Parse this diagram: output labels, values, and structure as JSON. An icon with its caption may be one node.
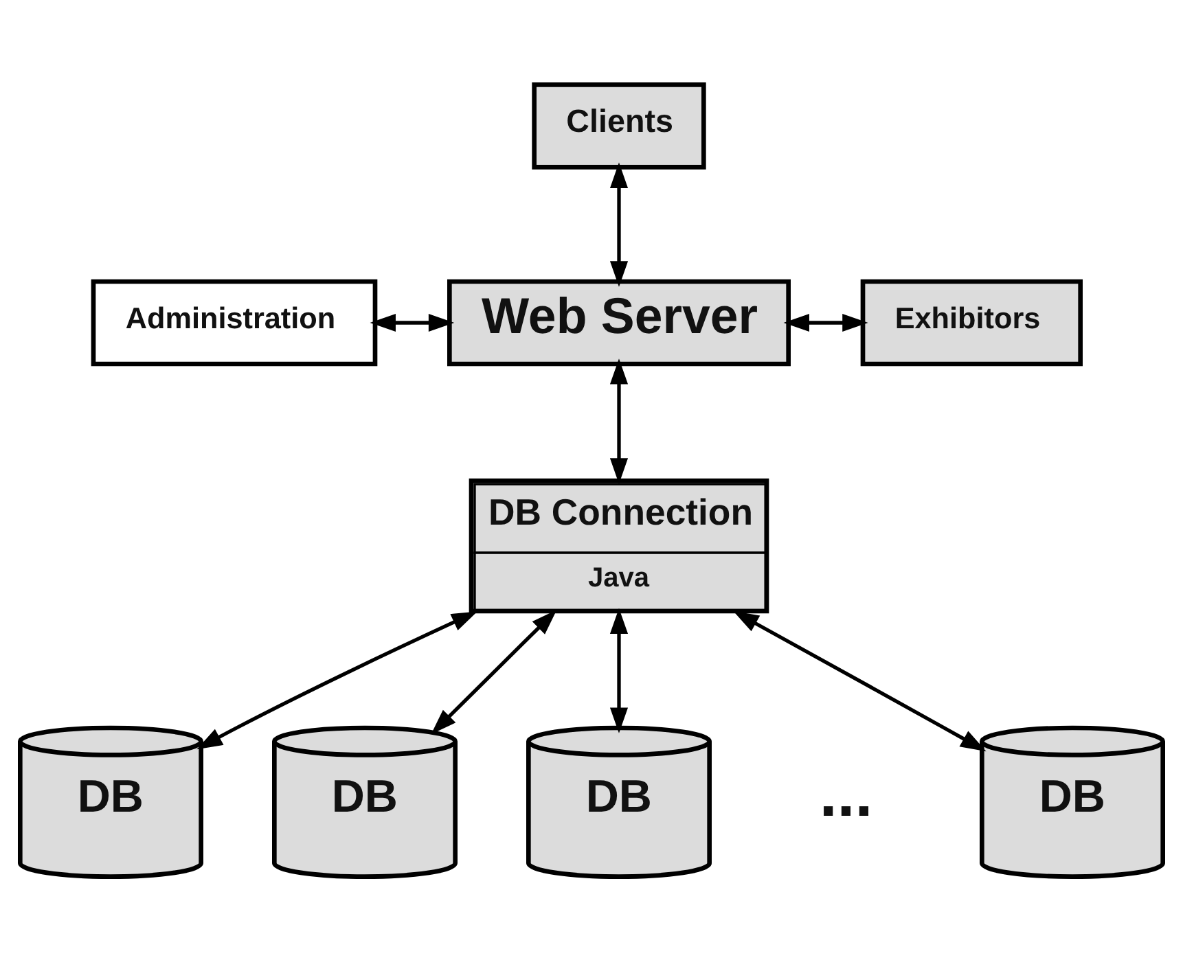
{
  "diagram": {
    "nodes": [
      {
        "text": [
          "Clients"
        ]
      },
      {
        "text": [
          "Administration"
        ]
      },
      {
        "text": [
          "Web Server"
        ]
      },
      {
        "text": [
          "Exhibitors"
        ]
      },
      {
        "text": [
          "DB Connection",
          "Java"
        ]
      },
      {
        "text": [
          "DB"
        ]
      },
      {
        "text": [
          "DB"
        ]
      },
      {
        "text": [
          "DB"
        ]
      },
      {
        "text": [
          "DB"
        ]
      }
    ],
    "edges": [
      {
        "from": 0,
        "to": 2,
        "arrow": "both"
      },
      {
        "from": 1,
        "to": 2,
        "arrow": "both"
      },
      {
        "from": 2,
        "to": 3,
        "arrow": "both"
      },
      {
        "from": 2,
        "to": 4,
        "arrow": "both"
      },
      {
        "from": 4,
        "to": 5,
        "arrow": "both"
      },
      {
        "from": 4,
        "to": 6,
        "arrow": "both"
      },
      {
        "from": 4,
        "to": 7,
        "arrow": "both"
      },
      {
        "from": 4,
        "to": 8,
        "arrow": "both"
      }
    ],
    "labels": [
      "..."
    ]
  }
}
